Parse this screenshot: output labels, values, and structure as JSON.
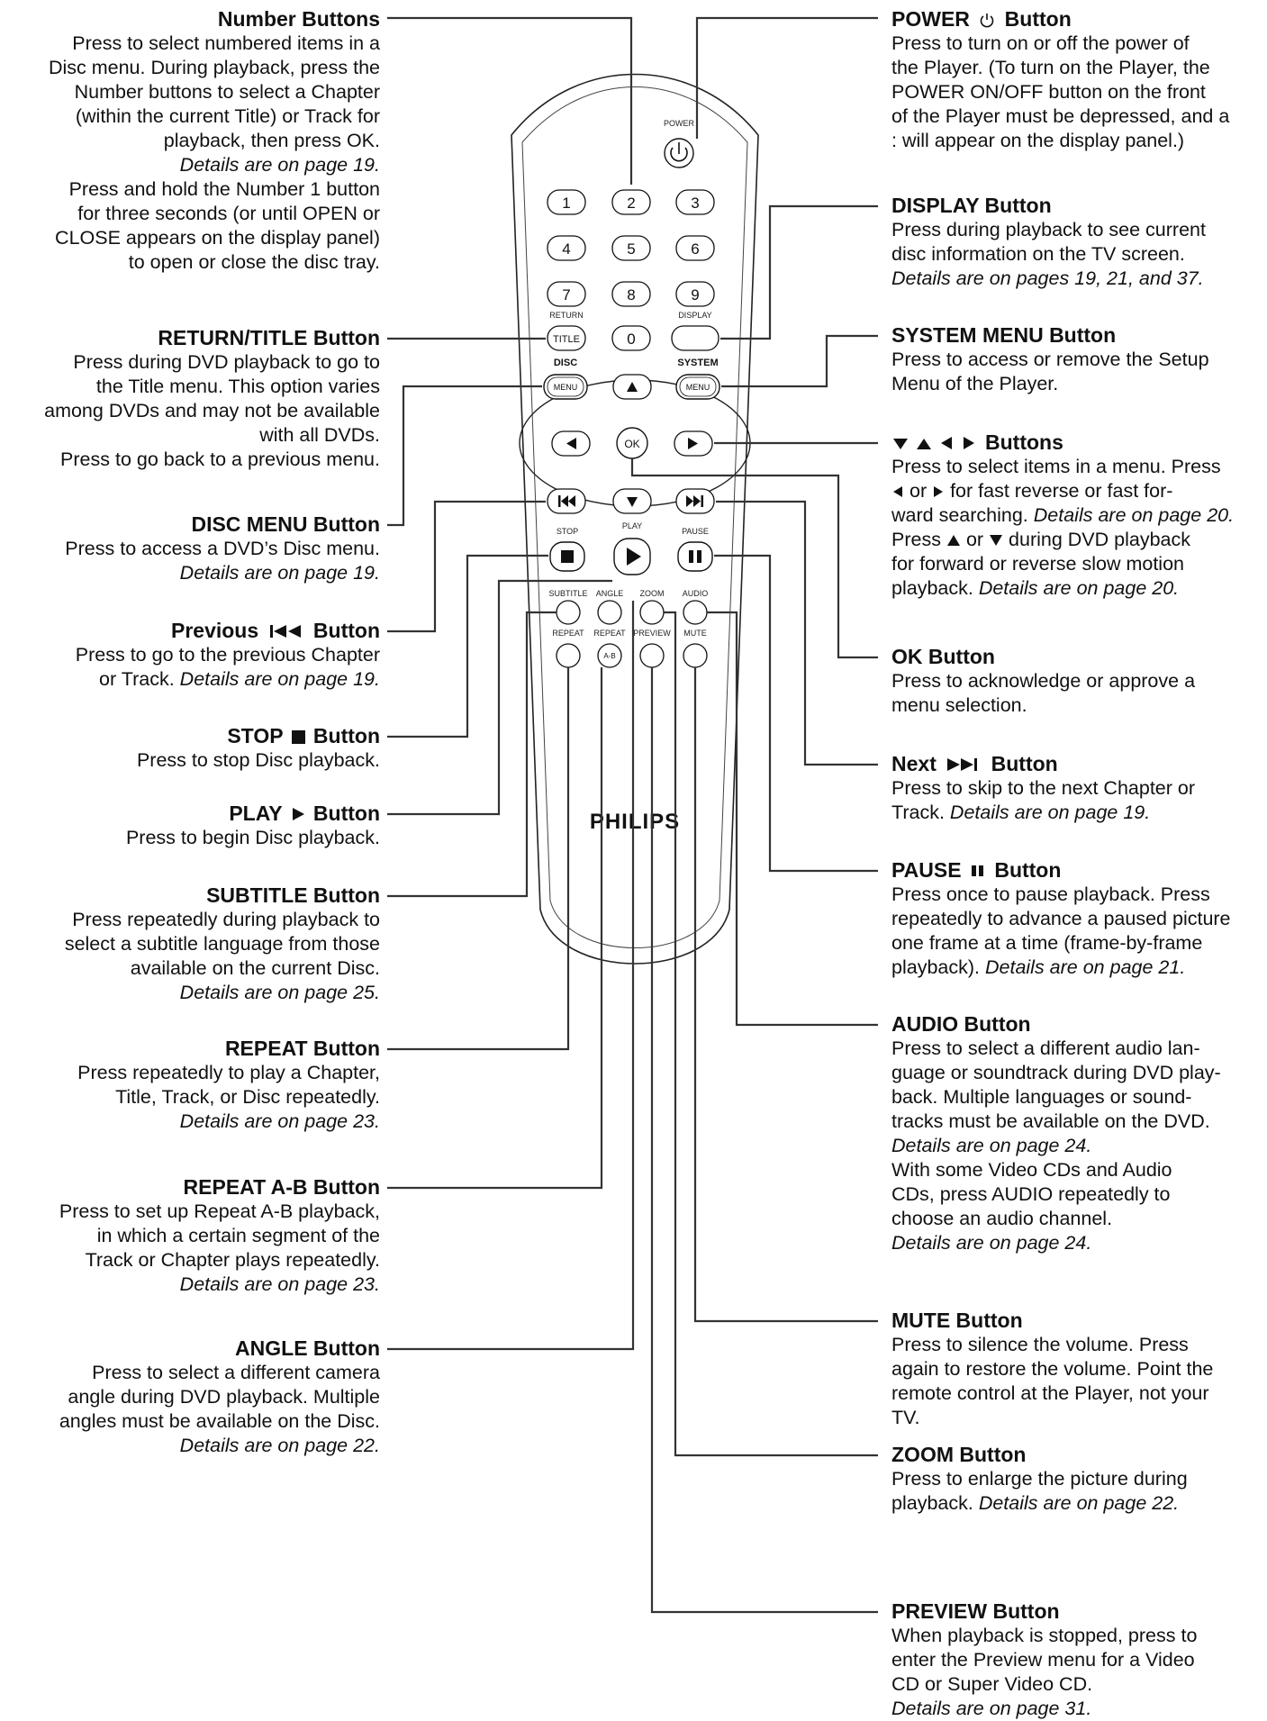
{
  "remote": {
    "power_label": "POWER",
    "digits": [
      "1",
      "2",
      "3",
      "4",
      "5",
      "6",
      "7",
      "8",
      "9",
      "0"
    ],
    "return_label": "RETURN",
    "title_label": "TITLE",
    "display_label": "DISPLAY",
    "disc_label": "DISC",
    "system_label": "SYSTEM",
    "menu_label": "MENU",
    "ok_label": "OK",
    "stop_label": "STOP",
    "play_label": "PLAY",
    "pause_label": "PAUSE",
    "subtitle_label": "SUBTITLE",
    "angle_label": "ANGLE",
    "zoom_label": "ZOOM",
    "audio_label": "AUDIO",
    "repeat_label": "REPEAT",
    "repeat2_label": "REPEAT",
    "preview_label": "PREVIEW",
    "mute_label": "MUTE",
    "ab_label": "A-B",
    "brand": "PHILIPS"
  },
  "left": {
    "number": {
      "title": "Number Buttons",
      "lines": [
        "Press to select numbered items in a",
        "Disc menu. During playback, press the",
        "Number buttons to select a Chapter",
        "(within the current Title) or Track for",
        "playback, then press OK."
      ],
      "details": "Details are on page 19.",
      "lines2": [
        "Press and hold the Number 1 button",
        "for three seconds (or until OPEN or",
        "CLOSE appears on the display panel)",
        "to open or close the disc tray."
      ]
    },
    "return_title": {
      "title": "RETURN/TITLE Button",
      "lines": [
        "Press during DVD playback to go to",
        "the Title menu. This option varies",
        "among DVDs and may not be available",
        "with all DVDs.",
        "Press to go back to a previous menu."
      ]
    },
    "disc_menu": {
      "title": "DISC MENU Button",
      "lines": [
        "Press to access a DVD’s Disc menu."
      ],
      "details": "Details are on page 19."
    },
    "previous": {
      "title": "Previous",
      "title_suffix": "Button",
      "lines": [
        "Press to go to the previous Chapter"
      ],
      "last_plain": "or Track.",
      "last_italic": "Details are on page 19."
    },
    "stop": {
      "title": "STOP",
      "title_suffix": "Button",
      "lines": [
        "Press to stop Disc playback."
      ]
    },
    "play": {
      "title": "PLAY",
      "title_suffix": "Button",
      "lines": [
        "Press to begin Disc playback."
      ]
    },
    "subtitle": {
      "title": "SUBTITLE Button",
      "lines": [
        "Press repeatedly during playback to",
        "select a subtitle language from those",
        "available on the current Disc."
      ],
      "details": "Details are on page 25."
    },
    "repeat": {
      "title": "REPEAT Button",
      "lines": [
        "Press repeatedly to play a Chapter,",
        "Title, Track, or Disc repeatedly."
      ],
      "details": "Details are on page 23."
    },
    "repeat_ab": {
      "title": "REPEAT A-B Button",
      "lines": [
        "Press to set up Repeat A-B playback,",
        "in which a certain segment of the",
        "Track or Chapter plays repeatedly."
      ],
      "details": "Details are on page 23."
    },
    "angle": {
      "title": "ANGLE Button",
      "lines": [
        "Press to select a different camera",
        "angle during DVD playback. Multiple",
        "angles must be available on the Disc."
      ],
      "details": "Details are on page 22."
    }
  },
  "right": {
    "power": {
      "title": "POWER",
      "title_suffix": "Button",
      "lines": [
        "Press to turn on or off the power of",
        "the Player. (To turn on the Player, the",
        "POWER ON/OFF button on the front",
        "of the Player must be depressed, and a",
        ": will appear on the display panel.)"
      ]
    },
    "display": {
      "title": "DISPLAY Button",
      "lines": [
        "Press during playback to see current",
        "disc information on the TV screen."
      ],
      "details": "Details are on pages 19, 21, and 37."
    },
    "system_menu": {
      "title": "SYSTEM MENU Button",
      "lines": [
        "Press to access or remove the Setup",
        "Menu of the Player."
      ]
    },
    "arrows": {
      "title": "Buttons",
      "line1": "Press to select items in a menu. Press",
      "line2_a": "or",
      "line2_b": "for fast reverse or fast for-",
      "line3_plain": "ward searching.",
      "line3_italic": "Details are on page 20.",
      "line4_a": "Press",
      "line4_b": "or",
      "line4_c": "during DVD playback",
      "line5": "for forward or reverse slow motion",
      "line6_plain": "playback.",
      "line6_italic": "Details are on page 20."
    },
    "ok": {
      "title": "OK Button",
      "lines": [
        "Press to acknowledge or approve a",
        "menu selection."
      ]
    },
    "next": {
      "title": "Next",
      "title_suffix": "Button",
      "lines": [
        "Press to skip to the next Chapter or"
      ],
      "last_plain": "Track.",
      "last_italic": "Details are on page 19."
    },
    "pause": {
      "title": "PAUSE",
      "title_suffix": "Button",
      "lines": [
        "Press once to pause playback. Press",
        "repeatedly to advance a paused picture",
        "one frame at a time (frame-by-frame"
      ],
      "last_plain": "playback).",
      "last_italic": "Details are on page 21."
    },
    "audio": {
      "title": "AUDIO Button",
      "lines": [
        "Press to select a different audio lan-",
        "guage or soundtrack during DVD play-",
        "back. Multiple languages or sound-",
        "tracks must be available on the DVD."
      ],
      "details": "Details are on page 24.",
      "lines2": [
        "With some Video CDs and Audio",
        "CDs, press AUDIO repeatedly to",
        "choose an audio channel."
      ],
      "details2": "Details are on page 24."
    },
    "mute": {
      "title": "MUTE Button",
      "lines": [
        "Press to silence the volume. Press",
        "again to restore the volume. Point the",
        "remote control at the Player, not your",
        "TV."
      ]
    },
    "zoom": {
      "title": "ZOOM Button",
      "lines": [
        "Press to enlarge the picture during"
      ],
      "last_plain": "playback.",
      "last_italic": "Details are on page 22."
    },
    "preview": {
      "title": "PREVIEW Button",
      "lines": [
        "When playback is stopped, press to",
        "enter the Preview menu for a Video",
        "CD or Super Video CD."
      ],
      "details": "Details are on page 31."
    }
  }
}
